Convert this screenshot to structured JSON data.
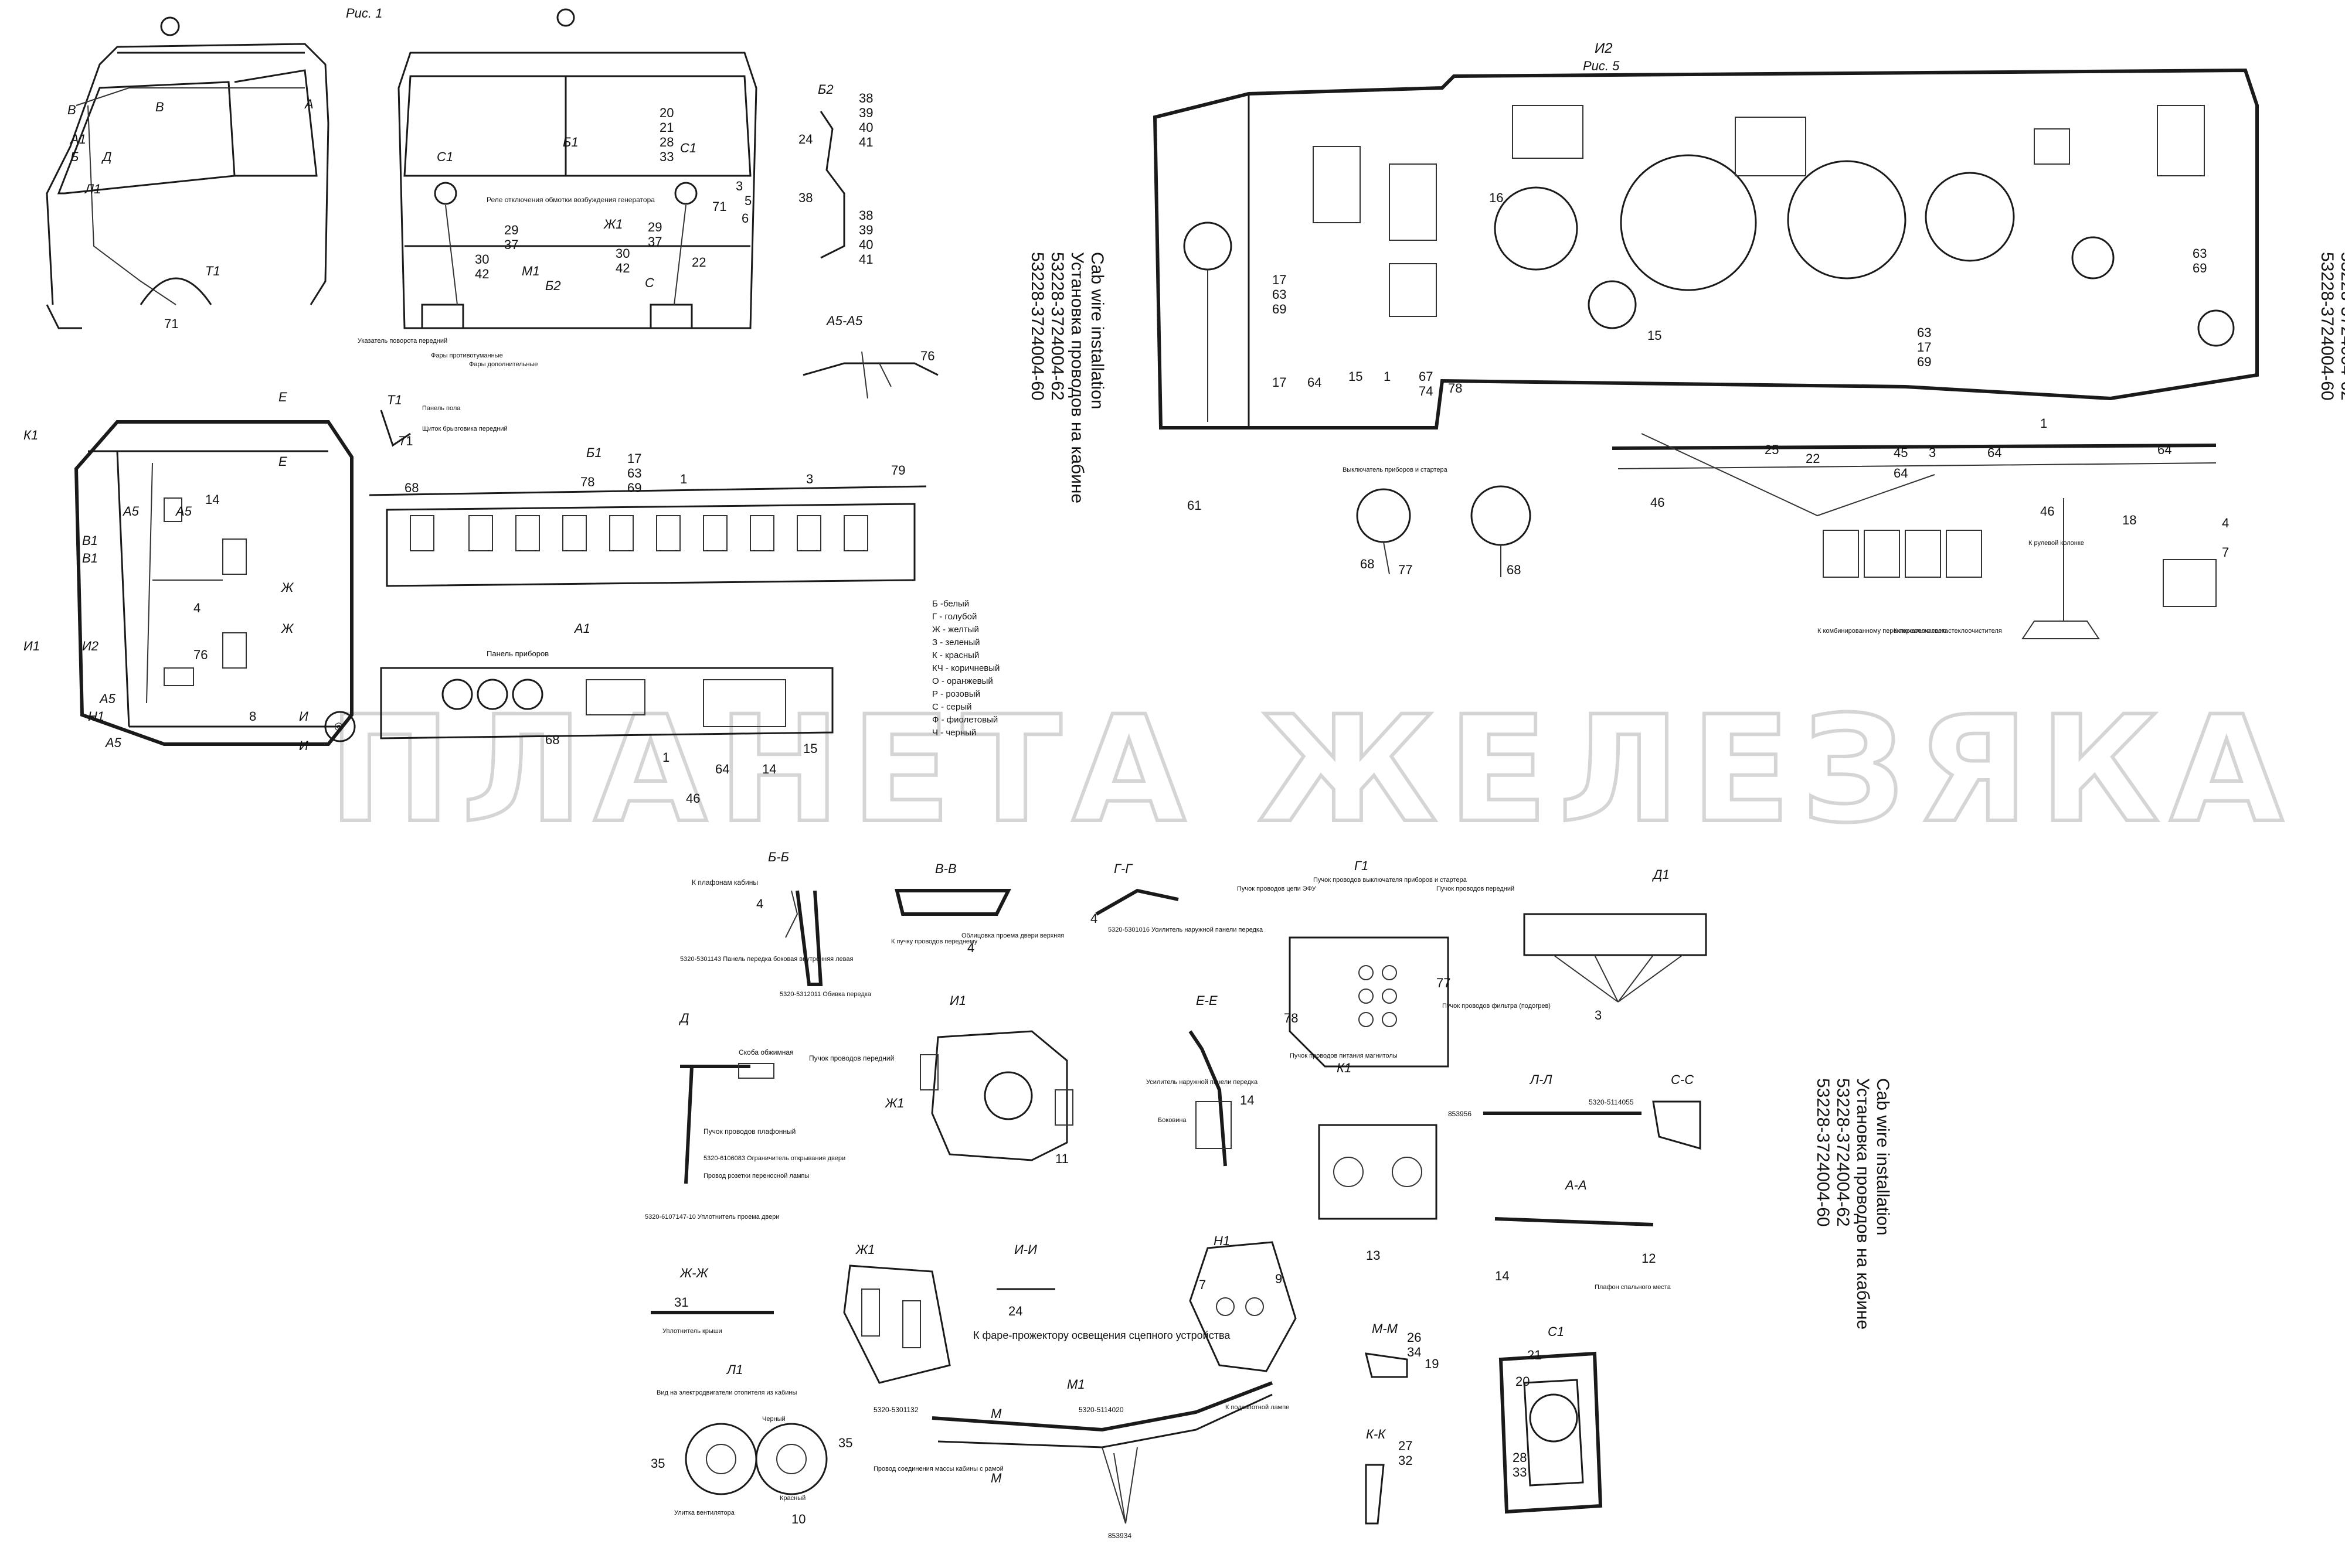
{
  "figure_label_1": "Рис. 1",
  "figure_label_5": "Рис. 5",
  "view_label_i2": "И2",
  "watermark": "ПЛАНЕТА ЖЕЛЕЗЯКА",
  "title_block": {
    "code_60": "53228-3724004-60",
    "code_62": "53228-3724004-62",
    "title_ru": "Установка проводов на кабине",
    "title_en": "Cab wire installation"
  },
  "color_legend": [
    "Б -белый",
    "Г - голубой",
    "Ж - желтый",
    "З - зеленый",
    "К - красный",
    "КЧ - коричневый",
    "О - оранжевый",
    "Р - розовый",
    "С - серый",
    "Ф - фиолетовый",
    "Ч - черный"
  ],
  "section_labels": {
    "bb": "Б-Б",
    "vv": "В-В",
    "gg": "Г-Г",
    "g1": "Г1",
    "d1": "Д1",
    "d": "Д",
    "i1": "И1",
    "ee": "Е-Е",
    "k1": "К1",
    "ll": "Л-Л",
    "ss": "С-С",
    "aa": "А-А",
    "zh1": "Ж1",
    "ii": "И-И",
    "n1": "Н1",
    "zhzh": "Ж-Ж",
    "mm": "М-М",
    "kk": "К-К",
    "l1": "Л1",
    "m1": "М1",
    "c1": "С1",
    "a1": "А1",
    "b1": "Б1",
    "b2": "Б2",
    "t1": "Т1",
    "a5a5": "А5-А5"
  },
  "callouts": {
    "bb_top": "К плафонам кабины",
    "bb_num": "4",
    "bb_part1": "5320-5301143 Панель передка боковая внутренняя левая",
    "bb_part2": "5320-5312011 Обивка передка",
    "vv_part": "Облицовка проема двери верхняя",
    "vv_bundle": "К пучку проводов переднему",
    "gg_part": "5320-5301016 Усилитель наружной панели передка",
    "g1_a": "Пучок проводов цепи ЭФУ",
    "g1_b": "Пучок проводов выключателя приборов и стартера",
    "g1_c": "Пучок проводов передний",
    "g1_d": "Пучок проводов фильтра (подогрев)",
    "g1_e": "Пучок проводов питания магнитолы",
    "d_a": "Скоба обжимная",
    "d_b": "Пучок проводов передний",
    "d_c": "Пучок проводов плафонный",
    "d_d": "5320-6106083 Ограничитель открывания двери",
    "d_e": "Провод розетки переносной лампы",
    "d_f": "5320-6107147-10 Уплотнитель проема двери",
    "ee_a": "Усилитель наружной панели передка",
    "ee_b": "Боковина",
    "ii_a": "К фаре-прожектору освещения сцепного устройства",
    "zhzh_a": "Уплотнитель крыши",
    "l1_a": "Вид на электродвигатели отопителя из кабины",
    "l1_b": "Черный",
    "l1_c": "Красный",
    "l1_d": "Улитка вентилятора",
    "m1_a": "Провод соединения массы кабины с рамой",
    "m1_b": "К подкапотной лампе",
    "aa_a": "Плафон спального места",
    "panel_a1": "Панель приборов",
    "t1_a": "Панель пола",
    "t1_b": "Щиток брызговика передний",
    "rus_front_1": "Реле отключения обмотки возбуждения генератора",
    "rus_front_2": "Фары противотуманные",
    "rus_front_3": "Фары дополнительные",
    "rus_front_4": "Указатель поворота передний",
    "i2_a": "Выключатель приборов и стартера",
    "i2_b": "К комбинированному переключателю света",
    "i2_c": "К переключателю стеклоочистителя",
    "i2_d": "К рулевой колонке"
  },
  "numbers": {
    "n4": "4",
    "n3": "3",
    "n11": "11",
    "n14": "14",
    "n12": "12",
    "n13": "13",
    "n7": "7",
    "n9": "9",
    "n10": "10",
    "n19": "19",
    "n20": "20",
    "n21": "21",
    "n24": "24",
    "n26": "26",
    "n27": "27",
    "n28": "28",
    "n31": "31",
    "n32": "32",
    "n33": "33",
    "n34": "34",
    "n35": "35",
    "n71": "71",
    "n77": "77",
    "n78": "78",
    "n61": "61",
    "n64": "64",
    "n15": "15",
    "n16": "16",
    "n17": "17",
    "n63": "63",
    "n69": "69",
    "n67": "67",
    "n74": "74",
    "n25": "25",
    "n22": "22",
    "n45": "45",
    "n46": "46",
    "n18": "18",
    "n68": "68",
    "n76": "76",
    "n8": "8",
    "n1": "1",
    "n79": "79",
    "n29": "29",
    "n37": "37",
    "n30": "30",
    "n42": "42",
    "n38": "38",
    "n39": "39",
    "n40": "40",
    "n41": "41",
    "n5": "5",
    "n6": "6"
  },
  "part_codes": {
    "p1": "5320-5114055",
    "p2": "853956",
    "p3": "853934",
    "p4": "5320-5114020",
    "p5": "5320-5301132"
  }
}
